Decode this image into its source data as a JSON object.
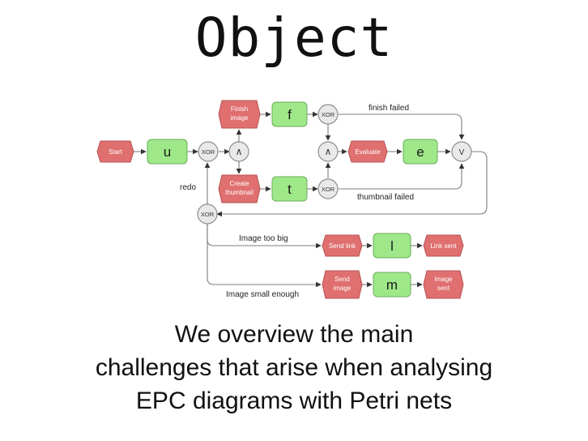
{
  "title": "Object",
  "caption": {
    "line1": "We overview the main",
    "line2": "challenges that arise when analysing",
    "line3": "EPC diagrams with Petri nets"
  },
  "diagram": {
    "events": {
      "start": [
        "Start"
      ],
      "finish_image": [
        "Finish",
        "image"
      ],
      "create_thumbnail": [
        "Create",
        "thumbnail"
      ],
      "evaluate": [
        "Evaluate"
      ],
      "send_link": [
        "Send link"
      ],
      "link_sent": [
        "Link sent"
      ],
      "send_image": [
        "Send",
        "image"
      ],
      "image_sent": [
        "Image",
        "sent"
      ]
    },
    "functions": {
      "u": "u",
      "f": "f",
      "t": "t",
      "e": "e",
      "l": "l",
      "m": "m"
    },
    "connectors": {
      "xor_1": "XOR",
      "and_split": "∧",
      "xor_finish": "XOR",
      "and_join": "∧",
      "xor_thumb": "XOR",
      "or_join": "V",
      "xor_size": "XOR"
    },
    "edge_labels": {
      "finish_failed": "finish failed",
      "thumbnail_failed": "thumbnail failed",
      "redo": "redo",
      "image_too_big": "Image too big",
      "image_small_enough": "Image small enough"
    },
    "colors": {
      "event_fill": "#e06f6f",
      "function_fill": "#9ee889",
      "connector_fill": "#e9e9e9"
    }
  }
}
